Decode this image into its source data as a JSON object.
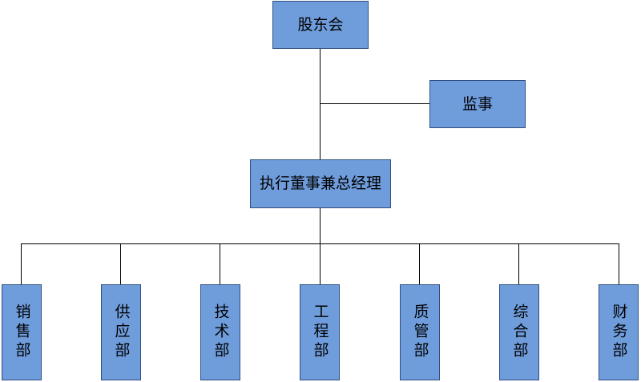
{
  "org_chart": {
    "root": {
      "label": "股东会"
    },
    "supervisor": {
      "label": "监事"
    },
    "executive": {
      "label": "执行董事兼总经理"
    },
    "departments": [
      {
        "label": "销售部"
      },
      {
        "label": "供应部"
      },
      {
        "label": "技术部"
      },
      {
        "label": "工程部"
      },
      {
        "label": "质管部"
      },
      {
        "label": "综合部"
      },
      {
        "label": "财务部"
      }
    ]
  },
  "colors": {
    "node_fill": "#6f9ddc",
    "node_border": "#2f4f7f",
    "line": "#000000",
    "text": "#000000"
  }
}
